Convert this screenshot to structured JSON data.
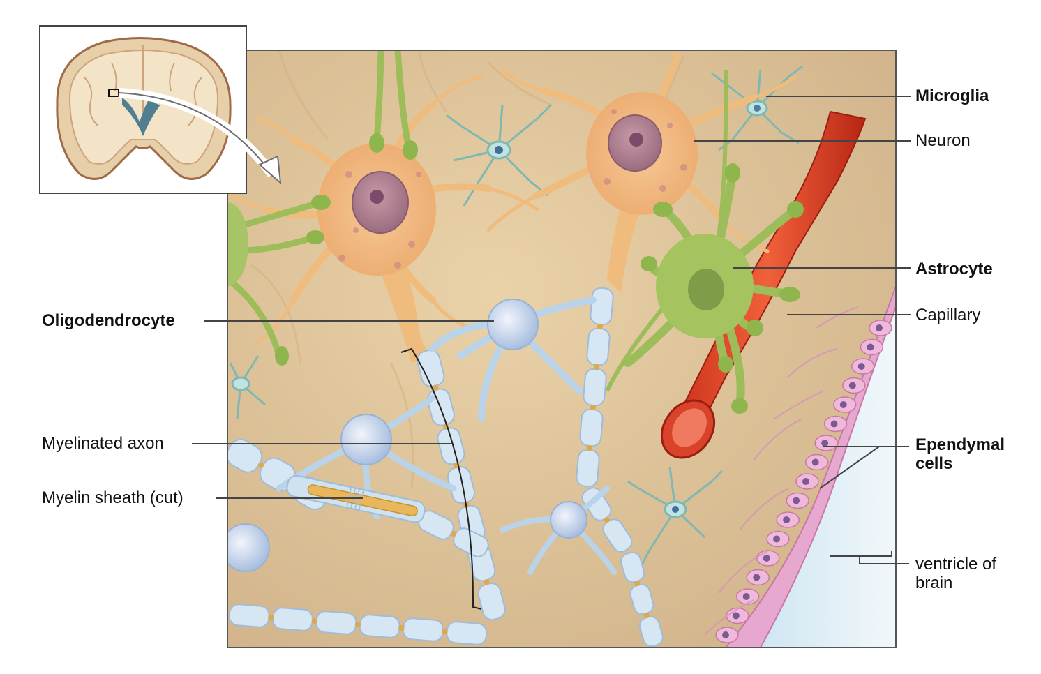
{
  "diagram": {
    "labels": {
      "microglia": "Microglia",
      "neuron": "Neuron",
      "astrocyte": "Astrocyte",
      "capillary": "Capillary",
      "ependymal": "Ependymal cells",
      "ventricle": "ventricle of brain",
      "oligodendrocyte": "Oligodendrocyte",
      "myelinated_axon": "Myelinated axon",
      "myelin_sheath": "Myelin sheath (cut)"
    },
    "colors": {
      "tissue_background": "#dcc197",
      "neuron": "#f0c584",
      "neuron_nucleus": "#b98e9a",
      "astrocyte": "#9bbc5a",
      "capillary": "#e0492c",
      "myelin": "#c7dfee",
      "axon": "#e8b75b",
      "microglia": "#8fc6c1",
      "ependymal": "#e59bc9",
      "ventricle": "#e3f0f7",
      "brain_inset_cortex": "#e9d3b0",
      "brain_inset_ventricle": "#4f7f90"
    }
  }
}
